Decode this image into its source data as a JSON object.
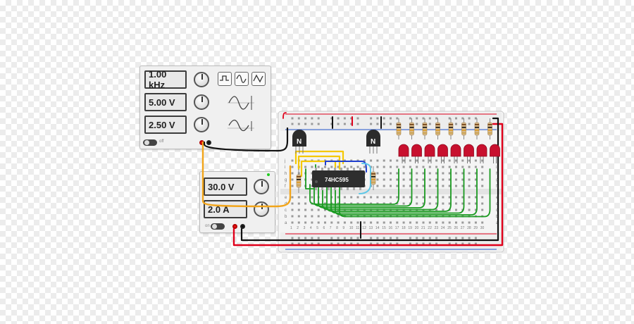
{
  "function_generator": {
    "frequency": "1.00 kHz",
    "amplitude": "5.00 V",
    "offset": "2.50 V",
    "off_label": "off"
  },
  "power_supply": {
    "voltage": "30.0 V",
    "current": "2.0 A",
    "on_label": "on"
  },
  "breadboard": {
    "chip_label": "74HC595",
    "transistor_label": "N",
    "row_letters_bottom": [
      "a",
      "b",
      "c",
      "d",
      "e"
    ],
    "row_letters_top": [
      "f",
      "g",
      "h",
      "i",
      "j"
    ],
    "column_numbers": [
      "1",
      "2",
      "3",
      "4",
      "5",
      "6",
      "7",
      "8",
      "9",
      "10",
      "11",
      "12",
      "13",
      "14",
      "15",
      "16",
      "17",
      "18",
      "19",
      "20",
      "21",
      "22",
      "23",
      "24",
      "25",
      "26",
      "27",
      "28",
      "29",
      "30"
    ]
  },
  "colors": {
    "wire_red": "#e0001b",
    "wire_black": "#111111",
    "wire_yellow": "#f5c800",
    "wire_orange": "#f2a51a",
    "wire_green": "#1a9a20",
    "wire_blue": "#1f3ecf",
    "wire_cyan": "#5bc8e8",
    "led_red": "#c8102e"
  },
  "led_count": 8
}
